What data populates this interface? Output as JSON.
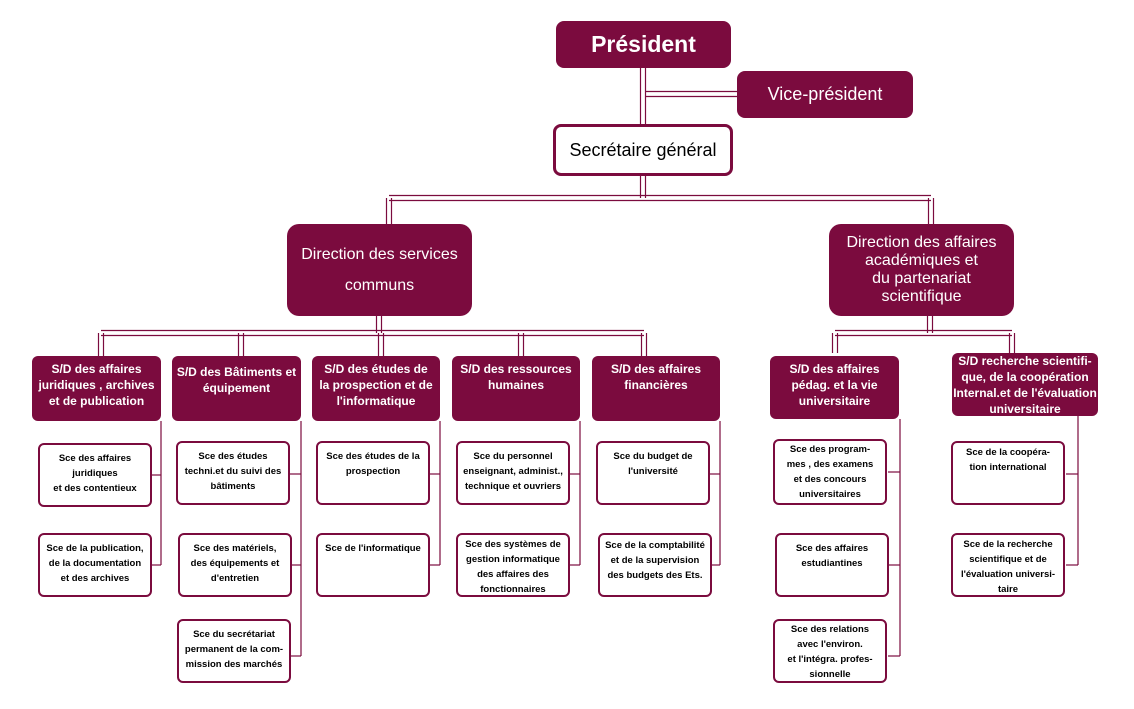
{
  "colors": {
    "accent": "#7b0b3e",
    "line": "#7b0b3e",
    "background": "#ffffff"
  },
  "president": "Président",
  "vice_president": "Vice-président",
  "secretaire_general": "Secrétaire général",
  "directions": {
    "services_communs": {
      "label": "Direction des services\ncommuns",
      "sous_directions": {
        "juridiques": {
          "label": "S/D des affaires\njuridiques , archives\net de publication",
          "services": [
            "Sce des affaires\njuridiques\net des contentieux",
            "Sce de la publication,\nde la documentation\net des archives"
          ]
        },
        "batiments": {
          "label": "S/D des Bâtiments et\néquipement",
          "services": [
            "Sce des études\ntechni.et du suivi des\nbâtiments",
            "Sce des matériels,\ndes équipements et\nd'entretien",
            "Sce du secrétariat\npermanent de la com-\nmission des marchés"
          ]
        },
        "etudes": {
          "label": "S/D des études de\nla prospection et de\nl'informatique",
          "services": [
            "Sce des études de la\nprospection",
            "Sce de l'informatique"
          ]
        },
        "ressources": {
          "label": "S/D des ressources\nhumaines",
          "services": [
            "Sce du personnel\nenseignant, administ.,\ntechnique et ouvriers",
            "Sce des systèmes de\ngestion informatique\ndes affaires des\nfonctionnaires"
          ]
        },
        "financieres": {
          "label": "S/D des affaires\nfinancières",
          "services": [
            "Sce du budget de\nl'université",
            "Sce de la comptabilité\net de la supervision\ndes budgets des Ets."
          ]
        }
      }
    },
    "academiques": {
      "label": "Direction des affaires\nacadémiques et\ndu partenariat\nscientifique",
      "sous_directions": {
        "pedagogiques": {
          "label": "S/D des affaires\npédag. et la vie\nuniversitaire",
          "services": [
            "Sce des program-\nmes , des examens\net des concours\nuniversitaires",
            "Sce des affaires\nestudiantines",
            "Sce des relations\navec l'environ.\net l'intégra. profes-\nsionnelle"
          ]
        },
        "recherche": {
          "label": "S/D recherche scientifi-\nque, de la coopération\nInternal.et de l'évaluation\nuniversitaire",
          "services": [
            "Sce de la coopéra-\ntion international",
            "Sce de la recherche\nscientifique et de\nl'évaluation universi-\ntaire"
          ]
        }
      }
    }
  }
}
